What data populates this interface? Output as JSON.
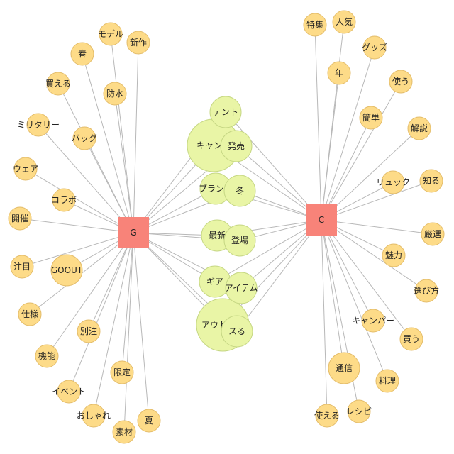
{
  "colors": {
    "hub_fill": "#f88379",
    "group_g_fill": "#fddb88",
    "group_g_stroke": "#e3bc6a",
    "shared_fill": "#e9f5a6",
    "shared_stroke": "#c6d784",
    "edge": "#b8b8b8"
  },
  "hubs": [
    {
      "id": "G",
      "label": "G"
    },
    {
      "id": "C",
      "label": "C"
    }
  ],
  "nodes": [
    {
      "label": "モデル",
      "group": "G",
      "size": "small"
    },
    {
      "label": "新作",
      "group": "G",
      "size": "small"
    },
    {
      "label": "春",
      "group": "G",
      "size": "small"
    },
    {
      "label": "買える",
      "group": "G",
      "size": "small"
    },
    {
      "label": "防水",
      "group": "G",
      "size": "small"
    },
    {
      "label": "ミリタリー",
      "group": "G",
      "size": "small"
    },
    {
      "label": "バッグ",
      "group": "G",
      "size": "small"
    },
    {
      "label": "ウェア",
      "group": "G",
      "size": "small"
    },
    {
      "label": "コラボ",
      "group": "G",
      "size": "small"
    },
    {
      "label": "開催",
      "group": "G",
      "size": "small"
    },
    {
      "label": "注目",
      "group": "G",
      "size": "small"
    },
    {
      "label": "GOOUT",
      "group": "G",
      "size": "medium"
    },
    {
      "label": "仕様",
      "group": "G",
      "size": "small"
    },
    {
      "label": "別注",
      "group": "G",
      "size": "small"
    },
    {
      "label": "機能",
      "group": "G",
      "size": "small"
    },
    {
      "label": "限定",
      "group": "G",
      "size": "small"
    },
    {
      "label": "イベント",
      "group": "G",
      "size": "small"
    },
    {
      "label": "おしゃれ",
      "group": "G",
      "size": "small"
    },
    {
      "label": "素材",
      "group": "G",
      "size": "small"
    },
    {
      "label": "夏",
      "group": "G",
      "size": "small"
    },
    {
      "label": "特集",
      "group": "C",
      "size": "small"
    },
    {
      "label": "人気",
      "group": "C",
      "size": "small"
    },
    {
      "label": "グッズ",
      "group": "C",
      "size": "small"
    },
    {
      "label": "年",
      "group": "C",
      "size": "small"
    },
    {
      "label": "使う",
      "group": "C",
      "size": "small"
    },
    {
      "label": "簡単",
      "group": "C",
      "size": "small"
    },
    {
      "label": "解説",
      "group": "C",
      "size": "small"
    },
    {
      "label": "リュック",
      "group": "C",
      "size": "small"
    },
    {
      "label": "知る",
      "group": "C",
      "size": "small"
    },
    {
      "label": "厳選",
      "group": "C",
      "size": "small"
    },
    {
      "label": "魅力",
      "group": "C",
      "size": "small"
    },
    {
      "label": "選び方",
      "group": "C",
      "size": "small"
    },
    {
      "label": "キャンパー",
      "group": "C",
      "size": "small"
    },
    {
      "label": "買う",
      "group": "C",
      "size": "small"
    },
    {
      "label": "通信",
      "group": "C",
      "size": "medium"
    },
    {
      "label": "料理",
      "group": "C",
      "size": "small"
    },
    {
      "label": "使える",
      "group": "C",
      "size": "small"
    },
    {
      "label": "レシピ",
      "group": "C",
      "size": "small"
    },
    {
      "label": "テント",
      "group": "both",
      "size": "medium"
    },
    {
      "label": "キャンプ",
      "group": "both",
      "size": "xlarge"
    },
    {
      "label": "発売",
      "group": "both",
      "size": "medium"
    },
    {
      "label": "ブランド",
      "group": "both",
      "size": "medium"
    },
    {
      "label": "冬",
      "group": "both",
      "size": "medium"
    },
    {
      "label": "最新",
      "group": "both",
      "size": "medium"
    },
    {
      "label": "登場",
      "group": "both",
      "size": "medium"
    },
    {
      "label": "ギア",
      "group": "both",
      "size": "medium"
    },
    {
      "label": "アイテム",
      "group": "both",
      "size": "medium"
    },
    {
      "label": "アウトドア",
      "group": "both",
      "size": "xlarge"
    },
    {
      "label": "スる",
      "group": "both",
      "size": "medium"
    }
  ]
}
